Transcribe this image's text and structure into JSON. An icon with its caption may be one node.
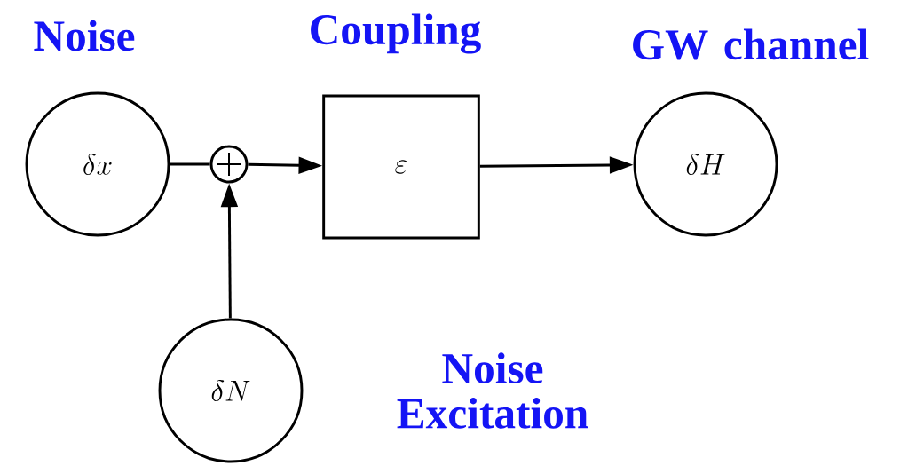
{
  "diagram": {
    "nodes": [
      {
        "text": [
          "\\delta x"
        ],
        "beside": [
          "Noise"
        ]
      },
      {
        "text": [],
        "shape": "circle"
      },
      {
        "text": [
          "\\varepsilon"
        ],
        "beside": [
          "Coupling"
        ]
      },
      {
        "text": [
          "\\delta H"
        ],
        "beside": [
          "GW channel"
        ]
      },
      {
        "text": [
          "\\delta N"
        ],
        "beside": [
          "Noise Excitation"
        ]
      }
    ],
    "edges": [
      {
        "from": 0,
        "to": 1,
        "arrow": "none"
      },
      {
        "from": 1,
        "to": 2,
        "arrow": "to"
      },
      {
        "from": 2,
        "to": 3,
        "arrow": "to"
      },
      {
        "from": 4,
        "to": 1,
        "arrow": "to"
      }
    ]
  }
}
